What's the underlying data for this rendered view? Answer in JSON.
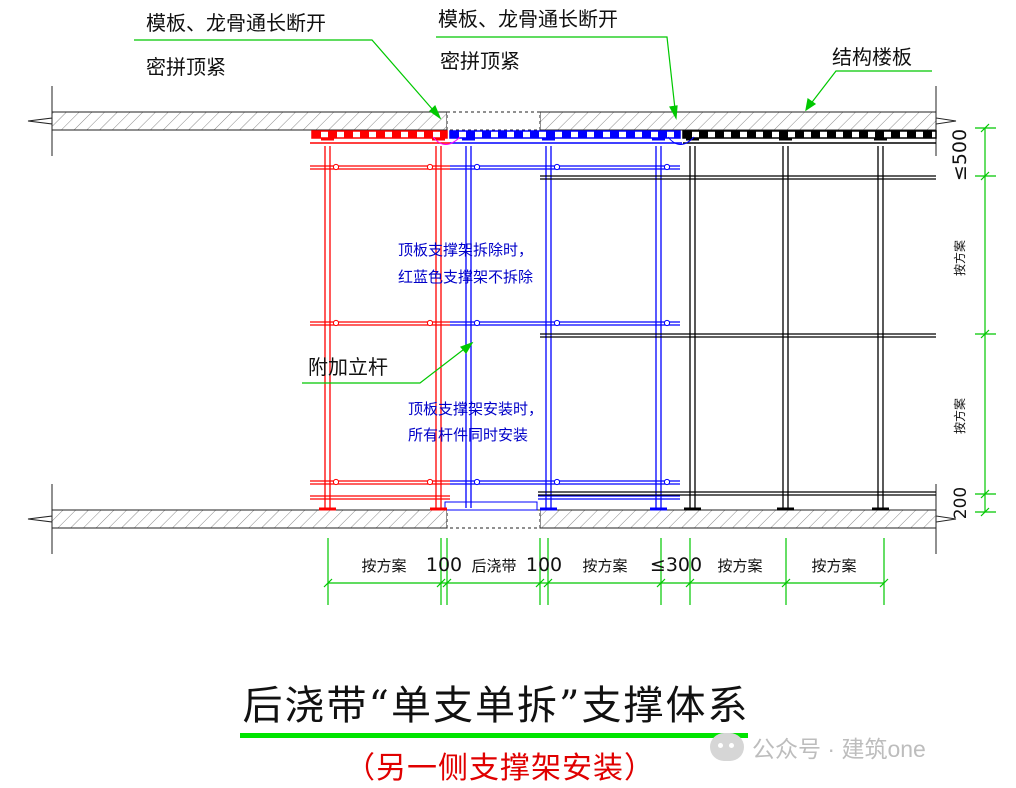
{
  "labels": {
    "formwork_left_1": "模板、龙骨通长断开",
    "formwork_left_2": "密拼顶紧",
    "formwork_right_1": "模板、龙骨通长断开",
    "formwork_right_2": "密拼顶紧",
    "floor_slab": "结构楼板",
    "extra_pole": "附加立杆",
    "note_removal_1": "顶板支撑架拆除时，",
    "note_removal_2": "红蓝色支撑架不拆除",
    "note_install_1": "顶板支撑架安装时，",
    "note_install_2": "所有杆件同时安装"
  },
  "dimensions": {
    "right_top": "≤500",
    "right_mid1": "按方案",
    "right_mid2": "按方案",
    "right_bottom": "200",
    "bottom": [
      "按方案",
      "100",
      "后浇带",
      "100",
      "按方案",
      "≤300",
      "按方案",
      "按方案"
    ]
  },
  "title": {
    "main": "后浇带“单支单拆”支撑体系",
    "sub": "（另一侧支撑架安装）"
  },
  "watermark": "公众号 · 建筑one",
  "colors": {
    "red_support": "#ff0000",
    "blue_support": "#0000ff",
    "black_support": "#000000",
    "leader_lines": "#00c800",
    "dimension_lines": "#00c800",
    "note_text": "#0000c8"
  }
}
